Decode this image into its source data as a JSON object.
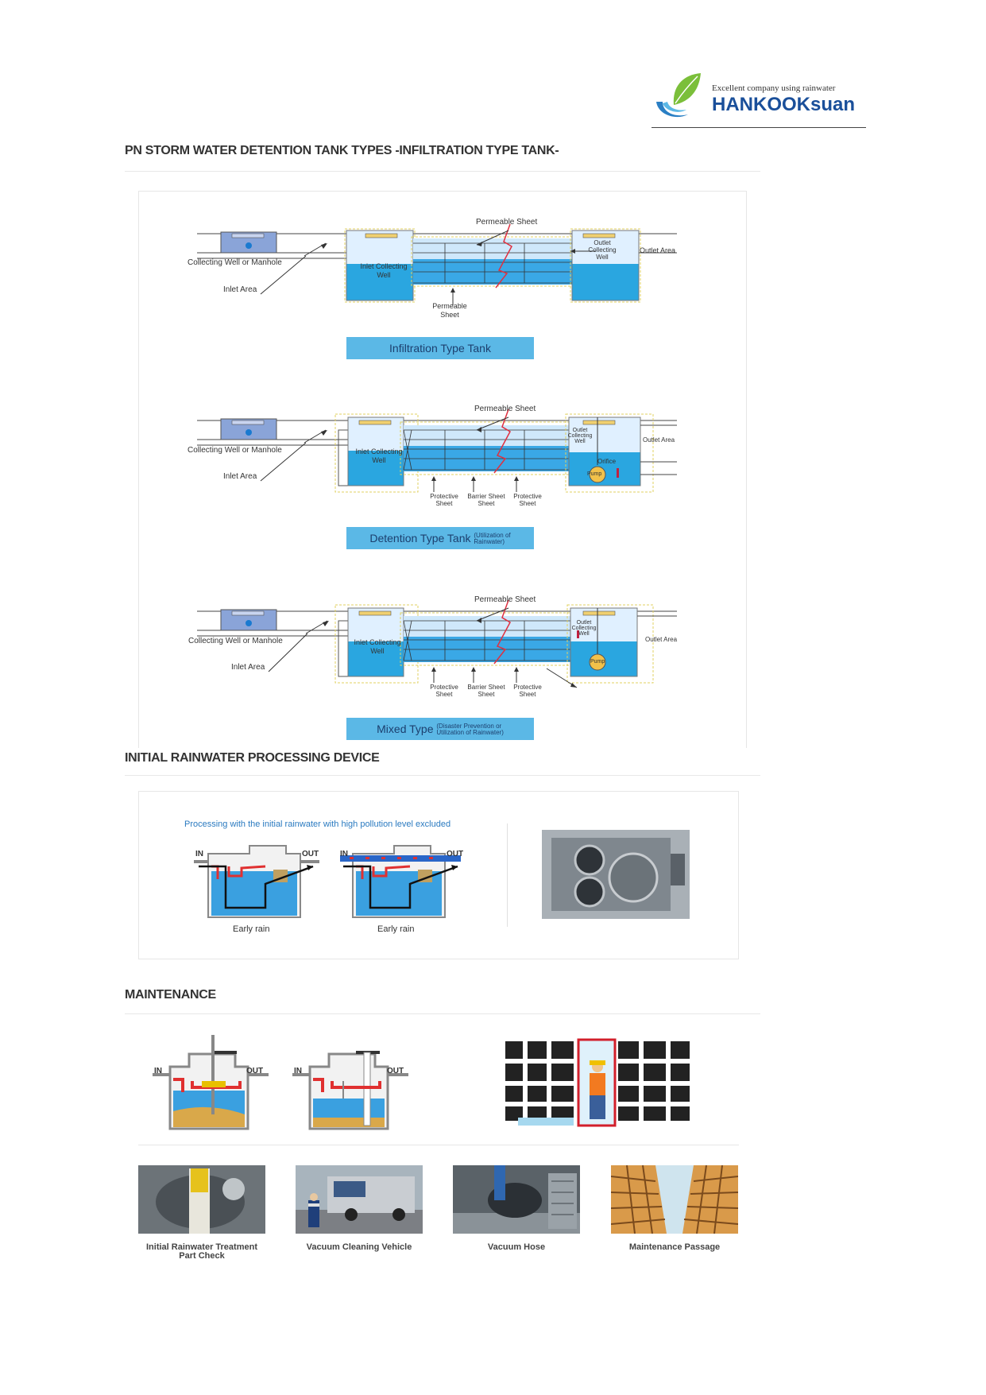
{
  "logo": {
    "tagline": "Excellent company using rainwater",
    "name_a": "HANKOOK",
    "name_b": "suan",
    "colors": {
      "leaf": "#7bbf3a",
      "wave": "#2a7fc4",
      "text": "#1a4f9a"
    }
  },
  "sections": {
    "tank_types": "PN STORM WATER DETENTION TANK TYPES -INFILTRATION TYPE TANK-",
    "processing": "INITIAL RAINWATER PROCESSING DEVICE",
    "maintenance": "MAINTENANCE"
  },
  "diagram1": {
    "permeable_top": "Permeable Sheet",
    "collecting": "Collecting Well or Manhole",
    "inlet_area": "Inlet Area",
    "inlet_well_1": "Inlet Collecting",
    "inlet_well_2": "Well",
    "outlet_well_1": "Outlet",
    "outlet_well_2": "Collecting",
    "outlet_well_3": "Well",
    "outlet_area": "Outlet Area",
    "permeable_bottom_1": "Permeable",
    "permeable_bottom_2": "Sheet",
    "caption": "Infiltration Type Tank"
  },
  "diagram2": {
    "permeable_top": "Permeable Sheet",
    "collecting": "Collecting Well or Manhole",
    "inlet_area": "Inlet Area",
    "inlet_well_1": "Inlet Collecting",
    "inlet_well_2": "Well",
    "outlet_well_1": "Outlet",
    "outlet_well_2": "Collecting",
    "outlet_well_3": "Well",
    "outlet_area": "Outlet Area",
    "orifice": "Orifice",
    "pump": "Pump",
    "protective_1": "Protective",
    "barrier": "Barrier Sheet",
    "protective_2": "Protective",
    "sheet": "Sheet",
    "caption": "Detention Type Tank",
    "caption_note_1": "(Utilization of",
    "caption_note_2": "Rainwater)"
  },
  "diagram3": {
    "permeable_top": "Permeable Sheet",
    "collecting": "Collecting Well or Manhole",
    "inlet_area": "Inlet Area",
    "inlet_well_1": "Inlet Collecting",
    "inlet_well_2": "Well",
    "outlet_well_1": "Outlet",
    "outlet_well_2": "Collecting",
    "outlet_well_3": "Well",
    "outlet_area": "Outlet Area",
    "pump": "Pump",
    "protective_1": "Protective",
    "barrier": "Barrier Sheet",
    "protective_2": "Protective",
    "sheet": "Sheet",
    "caption": "Mixed Type",
    "caption_note_1": "(Disaster Prevention or",
    "caption_note_2": "Utilization of Rainwater)"
  },
  "processing": {
    "headline": "Processing with the initial rainwater with high pollution level excluded",
    "in": "IN",
    "out": "OUT",
    "early_rain": "Early rain"
  },
  "maintenance": {
    "in": "IN",
    "out": "OUT",
    "photos": [
      {
        "caption_1": "Initial Rainwater Treatment",
        "caption_2": "Part Check"
      },
      {
        "caption_1": "Vacuum Cleaning Vehicle",
        "caption_2": ""
      },
      {
        "caption_1": "Vacuum Hose",
        "caption_2": ""
      },
      {
        "caption_1": "Maintenance Passage",
        "caption_2": ""
      }
    ]
  }
}
